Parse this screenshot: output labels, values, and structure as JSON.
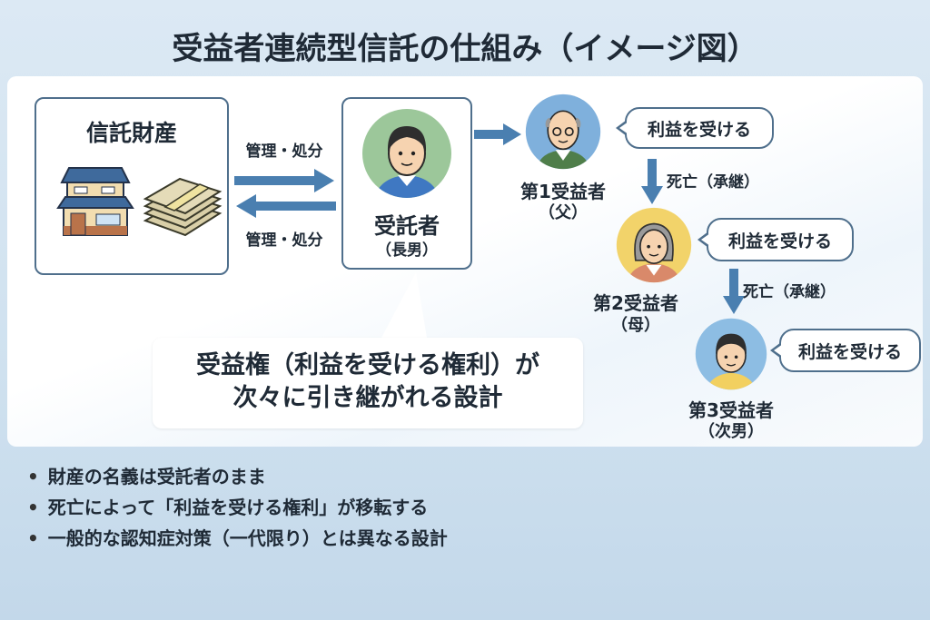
{
  "title": "受益者連続型信託の仕組み（イメージ図）",
  "trust_property": {
    "title": "信託財産",
    "icons": [
      "house-icon",
      "money-bundle-icon"
    ]
  },
  "arrows": {
    "to_trustee": "管理・処分",
    "from_trustee": "管理・処分"
  },
  "trustee": {
    "name": "受託者",
    "relation": "（長男）"
  },
  "beneficiaries": [
    {
      "name": "第1受益者",
      "relation": "（父）",
      "bubble": "利益を受ける"
    },
    {
      "name": "第2受益者",
      "relation": "（母）",
      "bubble": "利益を受ける"
    },
    {
      "name": "第3受益者",
      "relation": "（次男）",
      "bubble": "利益を受ける"
    }
  ],
  "succession_labels": [
    "死亡（承継）",
    "死亡（承継）"
  ],
  "callout": {
    "line1": "受益権（利益を受ける権利）が",
    "line2": "次々に引き継がれる設計"
  },
  "notes": [
    "財産の名義は受託者のまま",
    "死亡によって「利益を受ける権利」が移転する",
    "一般的な認知症対策（一代限り）とは異なる設計"
  ],
  "colors": {
    "arrow": "#4a7fb0",
    "border": "#4f6f8c",
    "trustee_bg": "#9cc79a",
    "father_bg": "#7fb0dc",
    "mother_bg": "#f2d36a",
    "son_bg": "#8dbde3"
  }
}
